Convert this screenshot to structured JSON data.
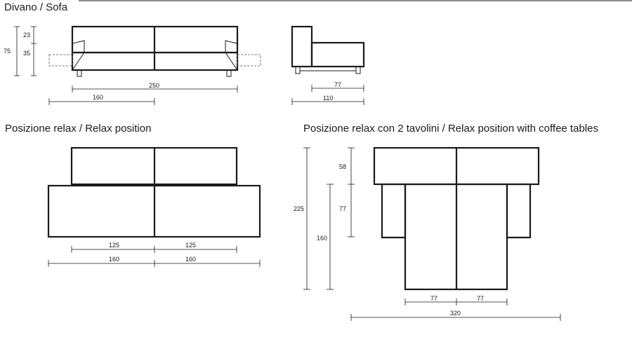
{
  "titles": {
    "sofa": "Divano / Sofa",
    "relax": "Posizione relax / Relax position",
    "relax_tables": "Posizione relax con 2 tavolini / Relax position with coffee tables"
  },
  "dimensions": {
    "sofa_front": {
      "total_height": "75",
      "back_height": "23",
      "seat_height": "35",
      "width": "250",
      "half_extended": "160"
    },
    "sofa_side": {
      "seat_depth": "77",
      "depth": "110"
    },
    "relax": {
      "seat_left": "125",
      "seat_right": "125",
      "module_left": "160",
      "module_right": "160"
    },
    "relax_tables": {
      "total_length": "225",
      "back_depth": "58",
      "seat_depth": "77",
      "module_length": "160",
      "seat_left": "77",
      "seat_right": "77",
      "total_width": "320"
    }
  },
  "colors": {
    "line": "#1a1a1a",
    "dashed": "#777777",
    "background": "#ffffff"
  }
}
